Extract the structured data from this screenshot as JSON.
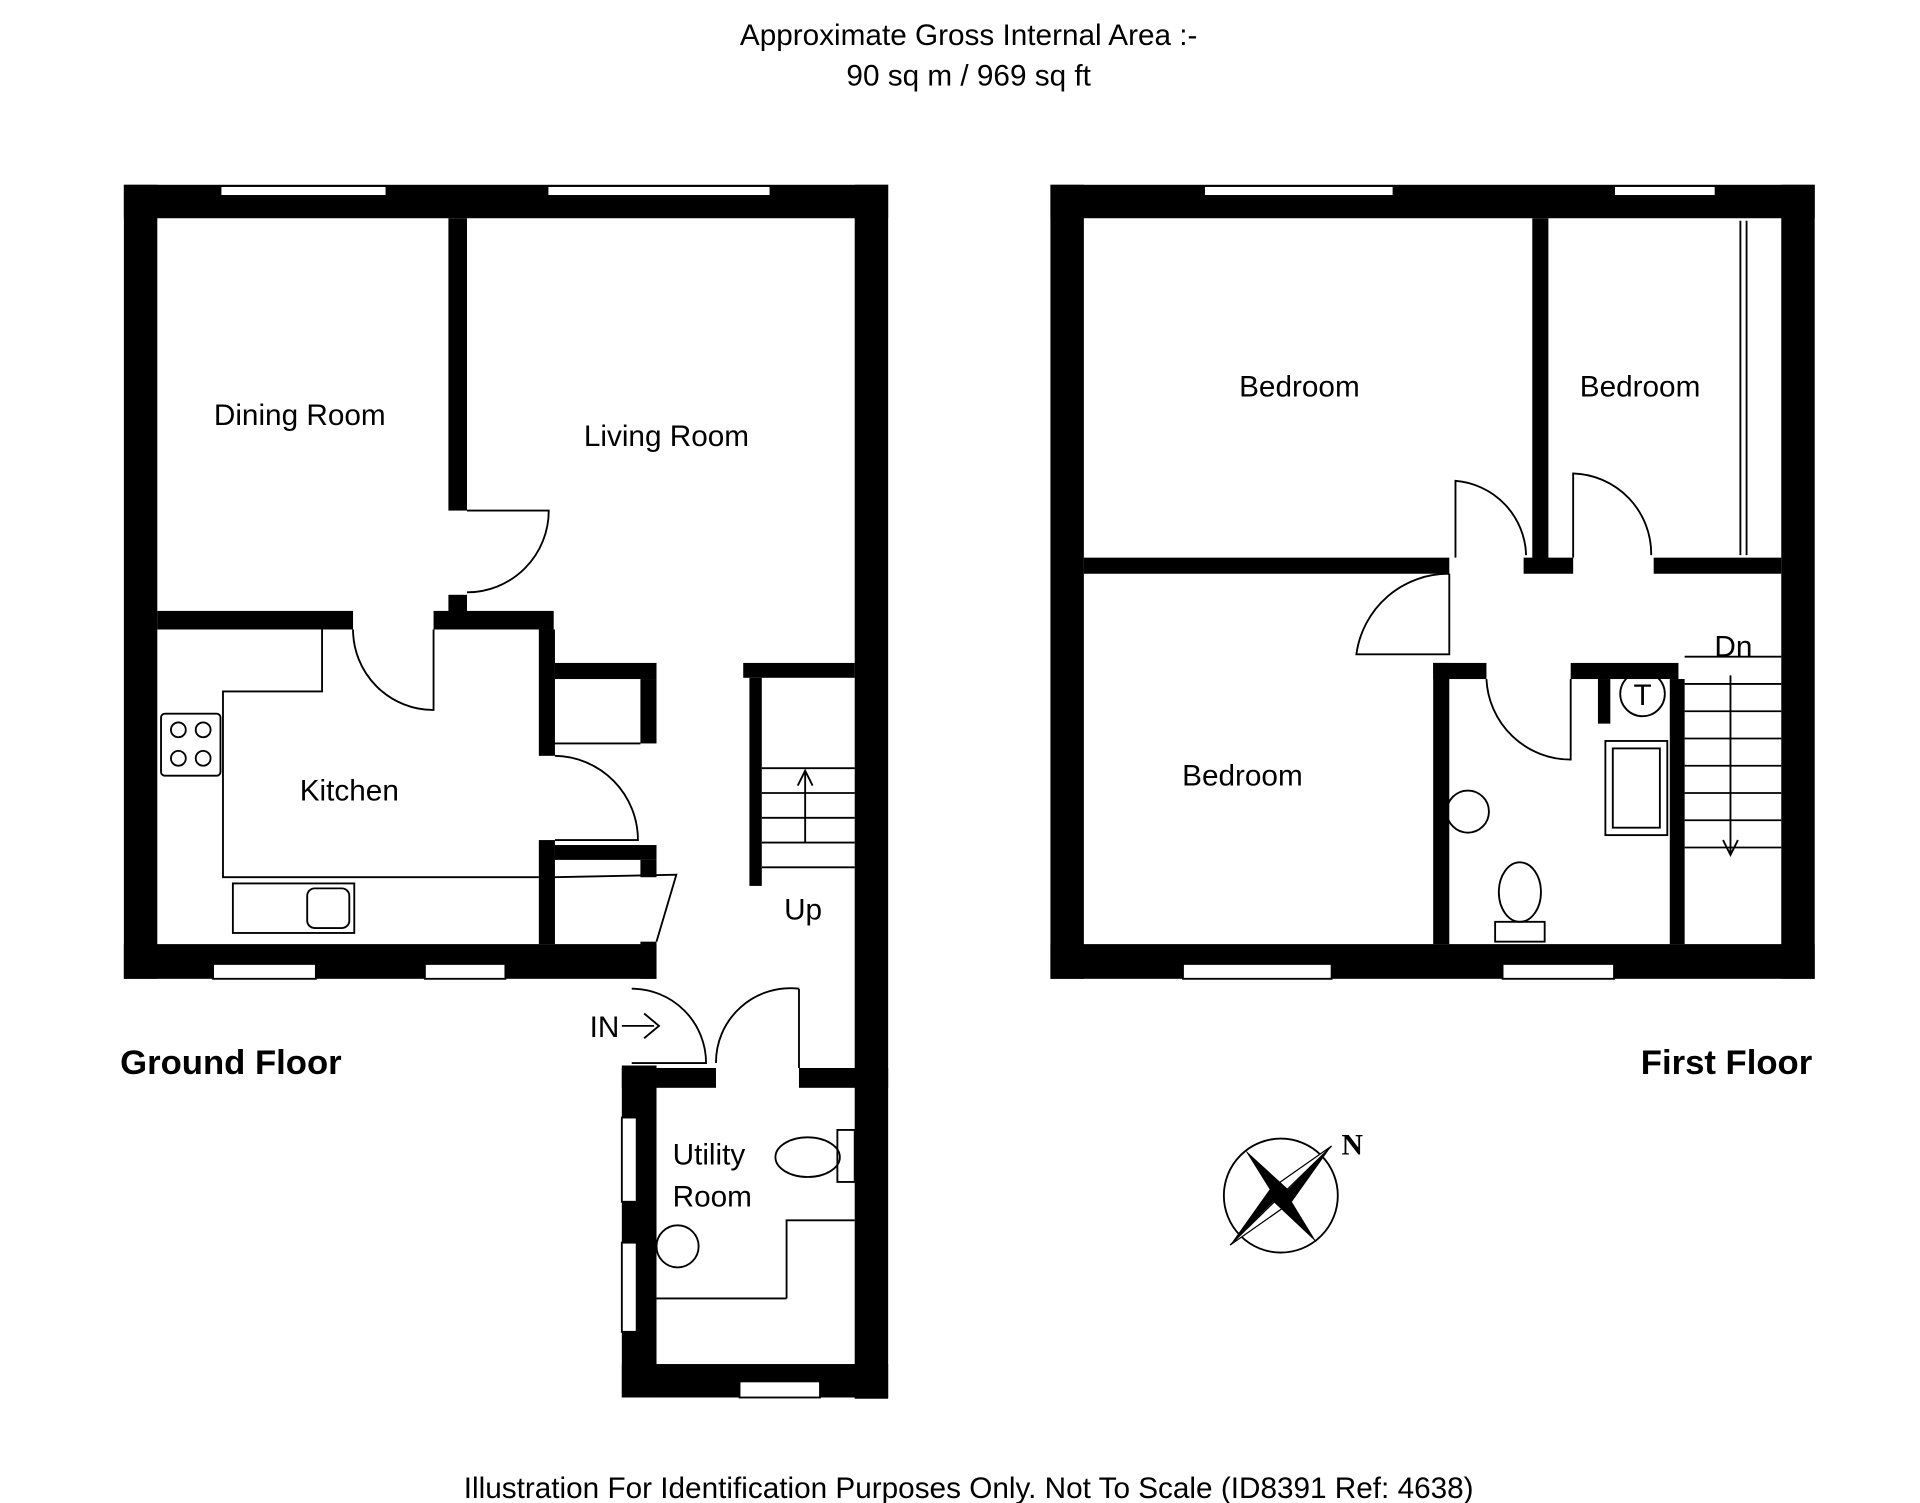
{
  "header": {
    "line1": "Approximate Gross Internal Area :-",
    "line2": "90 sq m / 969 sq ft"
  },
  "ground_floor": {
    "title": "Ground Floor",
    "rooms": {
      "dining": "Dining Room",
      "living": "Living Room",
      "kitchen": "Kitchen",
      "utility_1": "Utility",
      "utility_2": "Room"
    },
    "stairs": "Up",
    "entrance": "IN"
  },
  "first_floor": {
    "title": "First Floor",
    "rooms": {
      "bed1": "Bedroom",
      "bed2": "Bedroom",
      "bed3": "Bedroom"
    },
    "stairs": "Dn",
    "tank": "T"
  },
  "compass": {
    "north": "N"
  },
  "footer": "Illustration For Identification Purposes Only. Not To Scale (ID8391 Ref: 4638)"
}
